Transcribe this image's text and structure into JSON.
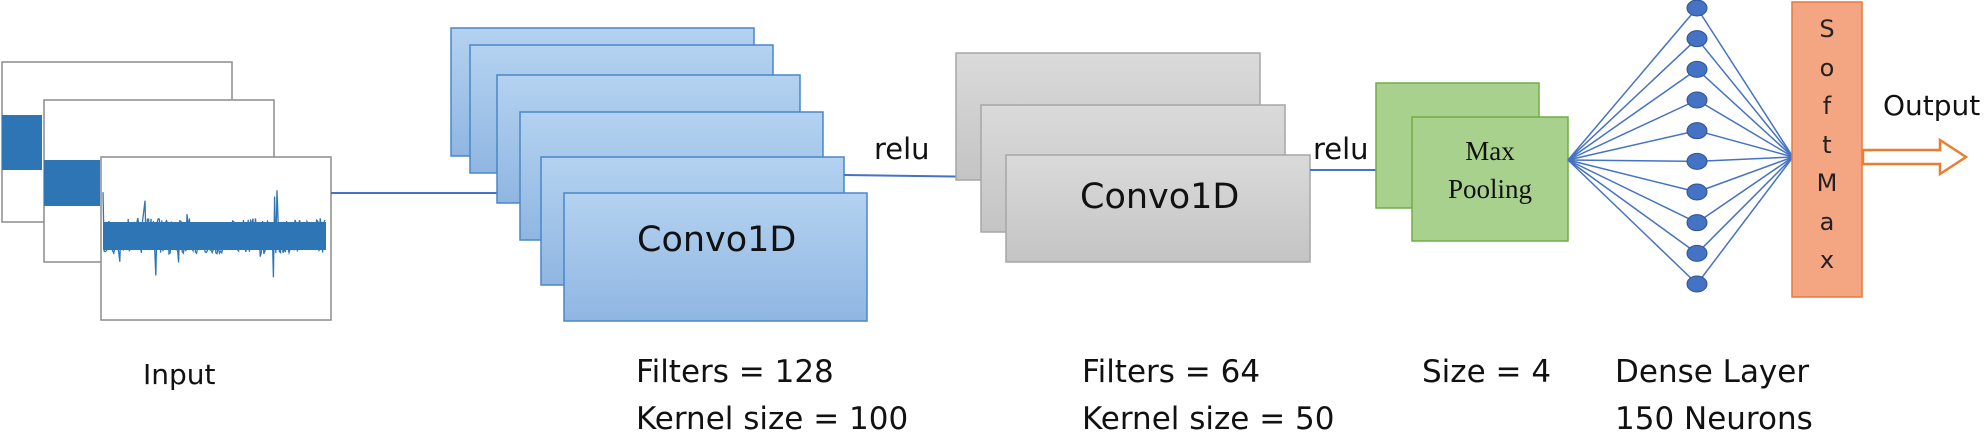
{
  "input": {
    "label": "Input"
  },
  "conv1": {
    "box_label": "Convo1D",
    "activation": "relu",
    "filters_text": "Filters = 128",
    "kernel_text": "Kernel size = 100",
    "color": "#9dc3e6",
    "border": "#4a86c8"
  },
  "conv2": {
    "box_label": "Convo1D",
    "activation": "relu",
    "filters_text": "Filters = 64",
    "kernel_text": "Kernel size = 50",
    "color": "#d0d0d0",
    "border": "#a6a6a6"
  },
  "pool": {
    "box_label_line1": "Max",
    "box_label_line2": "Pooling",
    "size_text": "Size = 4",
    "color": "#a9d18e",
    "border": "#70ad47"
  },
  "dense": {
    "title_text": "Dense Layer",
    "neurons_text": "150 Neurons",
    "node_color": "#4472c4"
  },
  "softmax": {
    "letters": [
      "S",
      "o",
      "f",
      "t",
      "M",
      "a",
      "x"
    ],
    "color": "#f4a582",
    "border": "#e87a3c"
  },
  "output": {
    "label": "Output",
    "arrow_color": "#ed7d31"
  }
}
